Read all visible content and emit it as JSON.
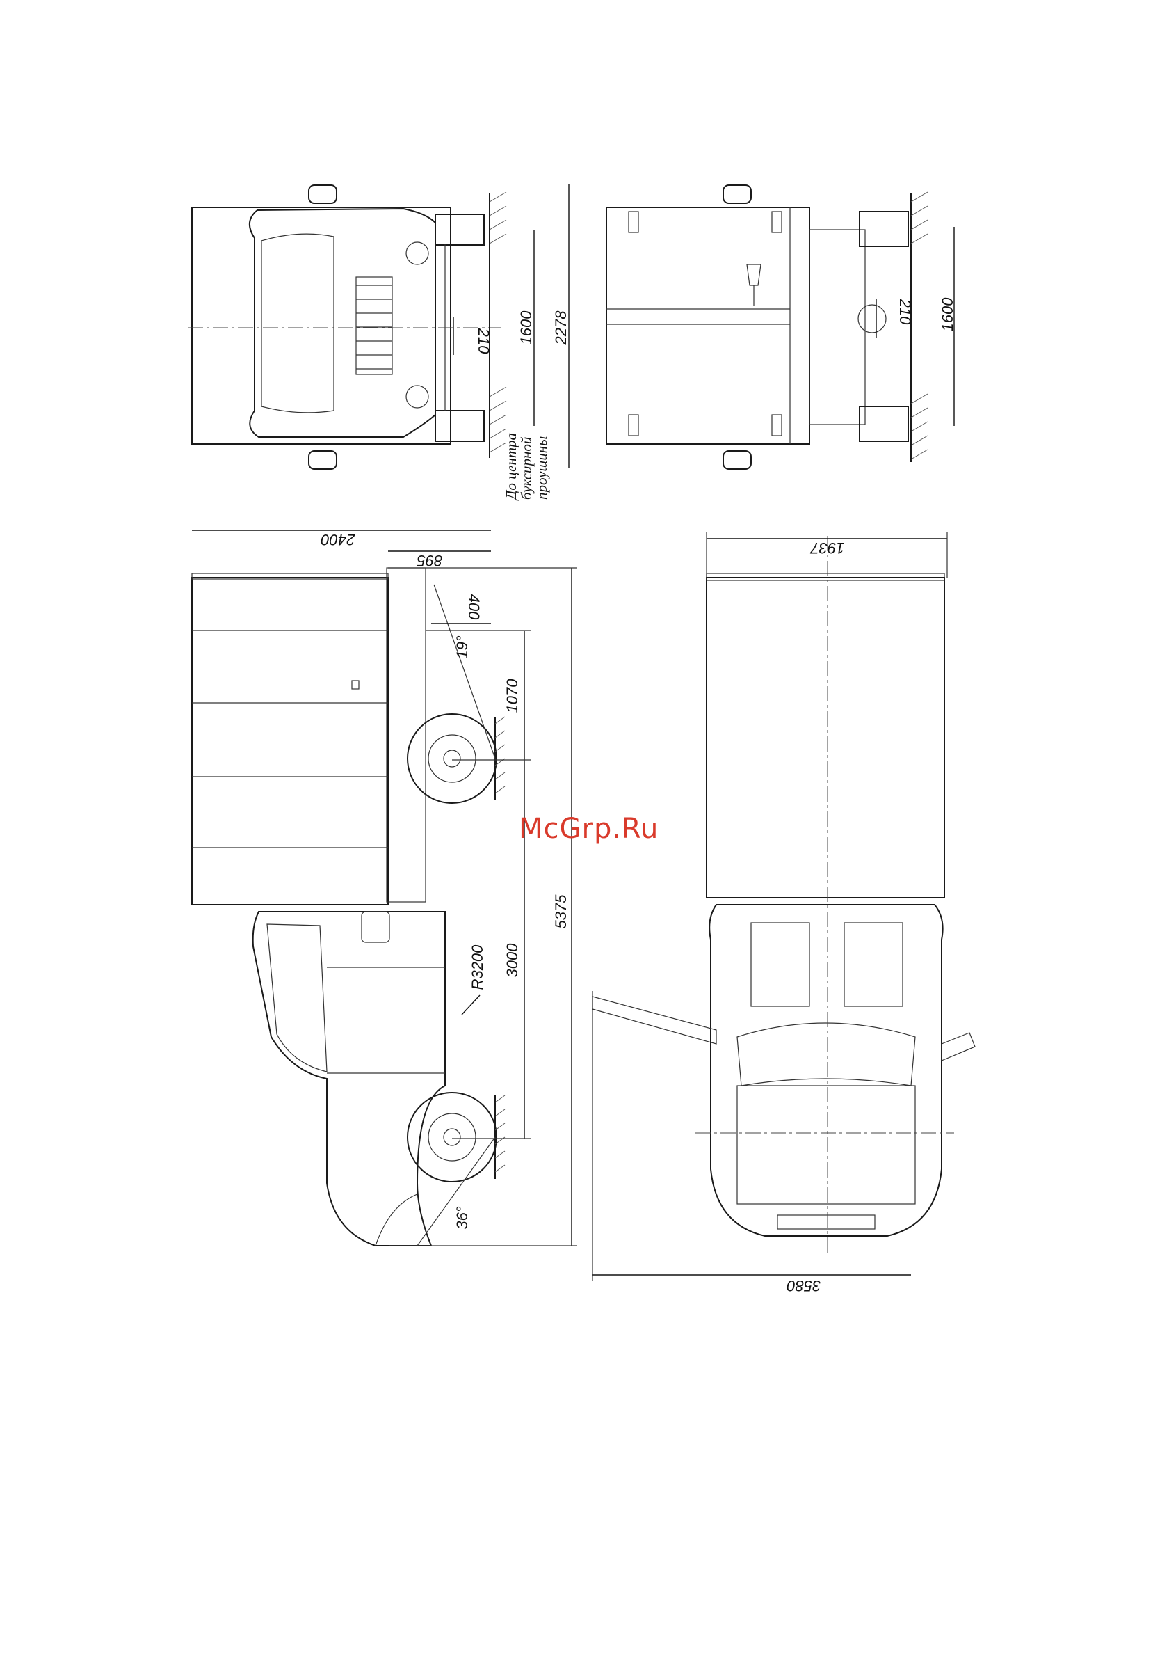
{
  "watermark": {
    "text": "McGrp.Ru",
    "color": "#d93a2b"
  },
  "views": {
    "front_view": {
      "dimensions": {
        "track": "1600",
        "overall_width": "2278",
        "ground_clearance": "210"
      }
    },
    "rear_view": {
      "dimensions": {
        "track": "1600",
        "ground_clearance": "210"
      }
    },
    "side_view": {
      "dimensions": {
        "body_length": "2400",
        "tow_hitch_offset": "895",
        "rear_overhang_detail": "400",
        "departure_angle": "19°",
        "rear_overhang": "1070",
        "wheelbase": "3000",
        "overall_length": "5375",
        "turn_radius": "R3200",
        "approach_angle": "36°"
      },
      "note_lines": [
        "До центра",
        "буксирной",
        "проушины"
      ]
    },
    "top_view": {
      "dimensions": {
        "body_width": "1937",
        "width_doors_open": "3580"
      }
    }
  },
  "colors": {
    "line": "#1a1a1a",
    "background": "#ffffff",
    "watermark": "#d93a2b"
  }
}
